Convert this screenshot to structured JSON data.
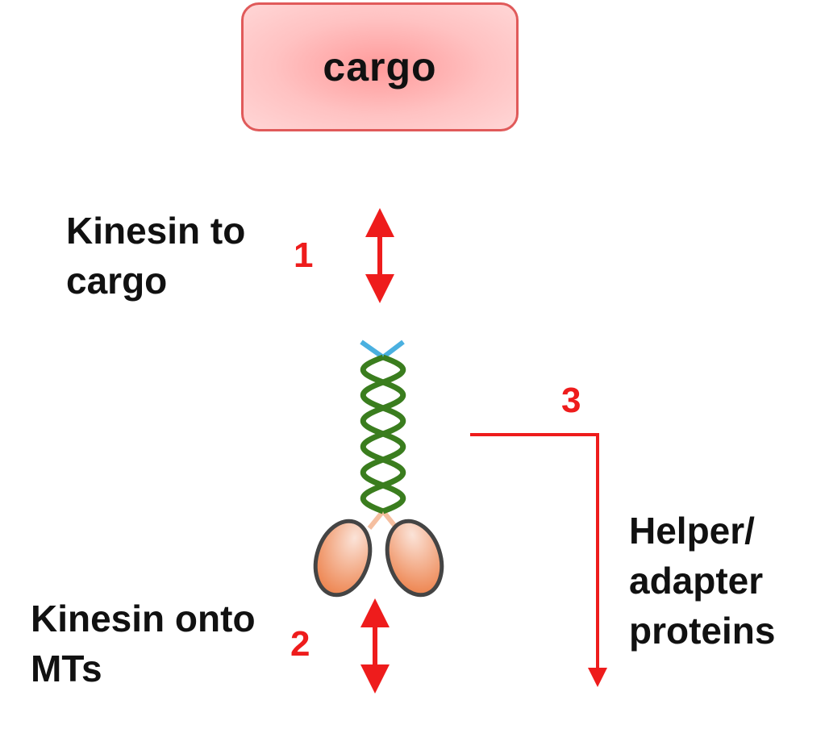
{
  "cargo": {
    "label": "cargo"
  },
  "steps": [
    {
      "number": "1",
      "label_line1": "Kinesin to",
      "label_line2": "cargo"
    },
    {
      "number": "2",
      "label_line1": "Kinesin onto",
      "label_line2": "MTs"
    },
    {
      "number": "3",
      "label_line1": "Helper/",
      "label_line2": "adapter",
      "label_line3": "proteins"
    }
  ],
  "colors": {
    "arrow": "#ee1c1c",
    "coil": "#3a7d1e",
    "tail": "#4ab0e0",
    "head": "#f08a55",
    "neck": "#f5bfa0"
  }
}
